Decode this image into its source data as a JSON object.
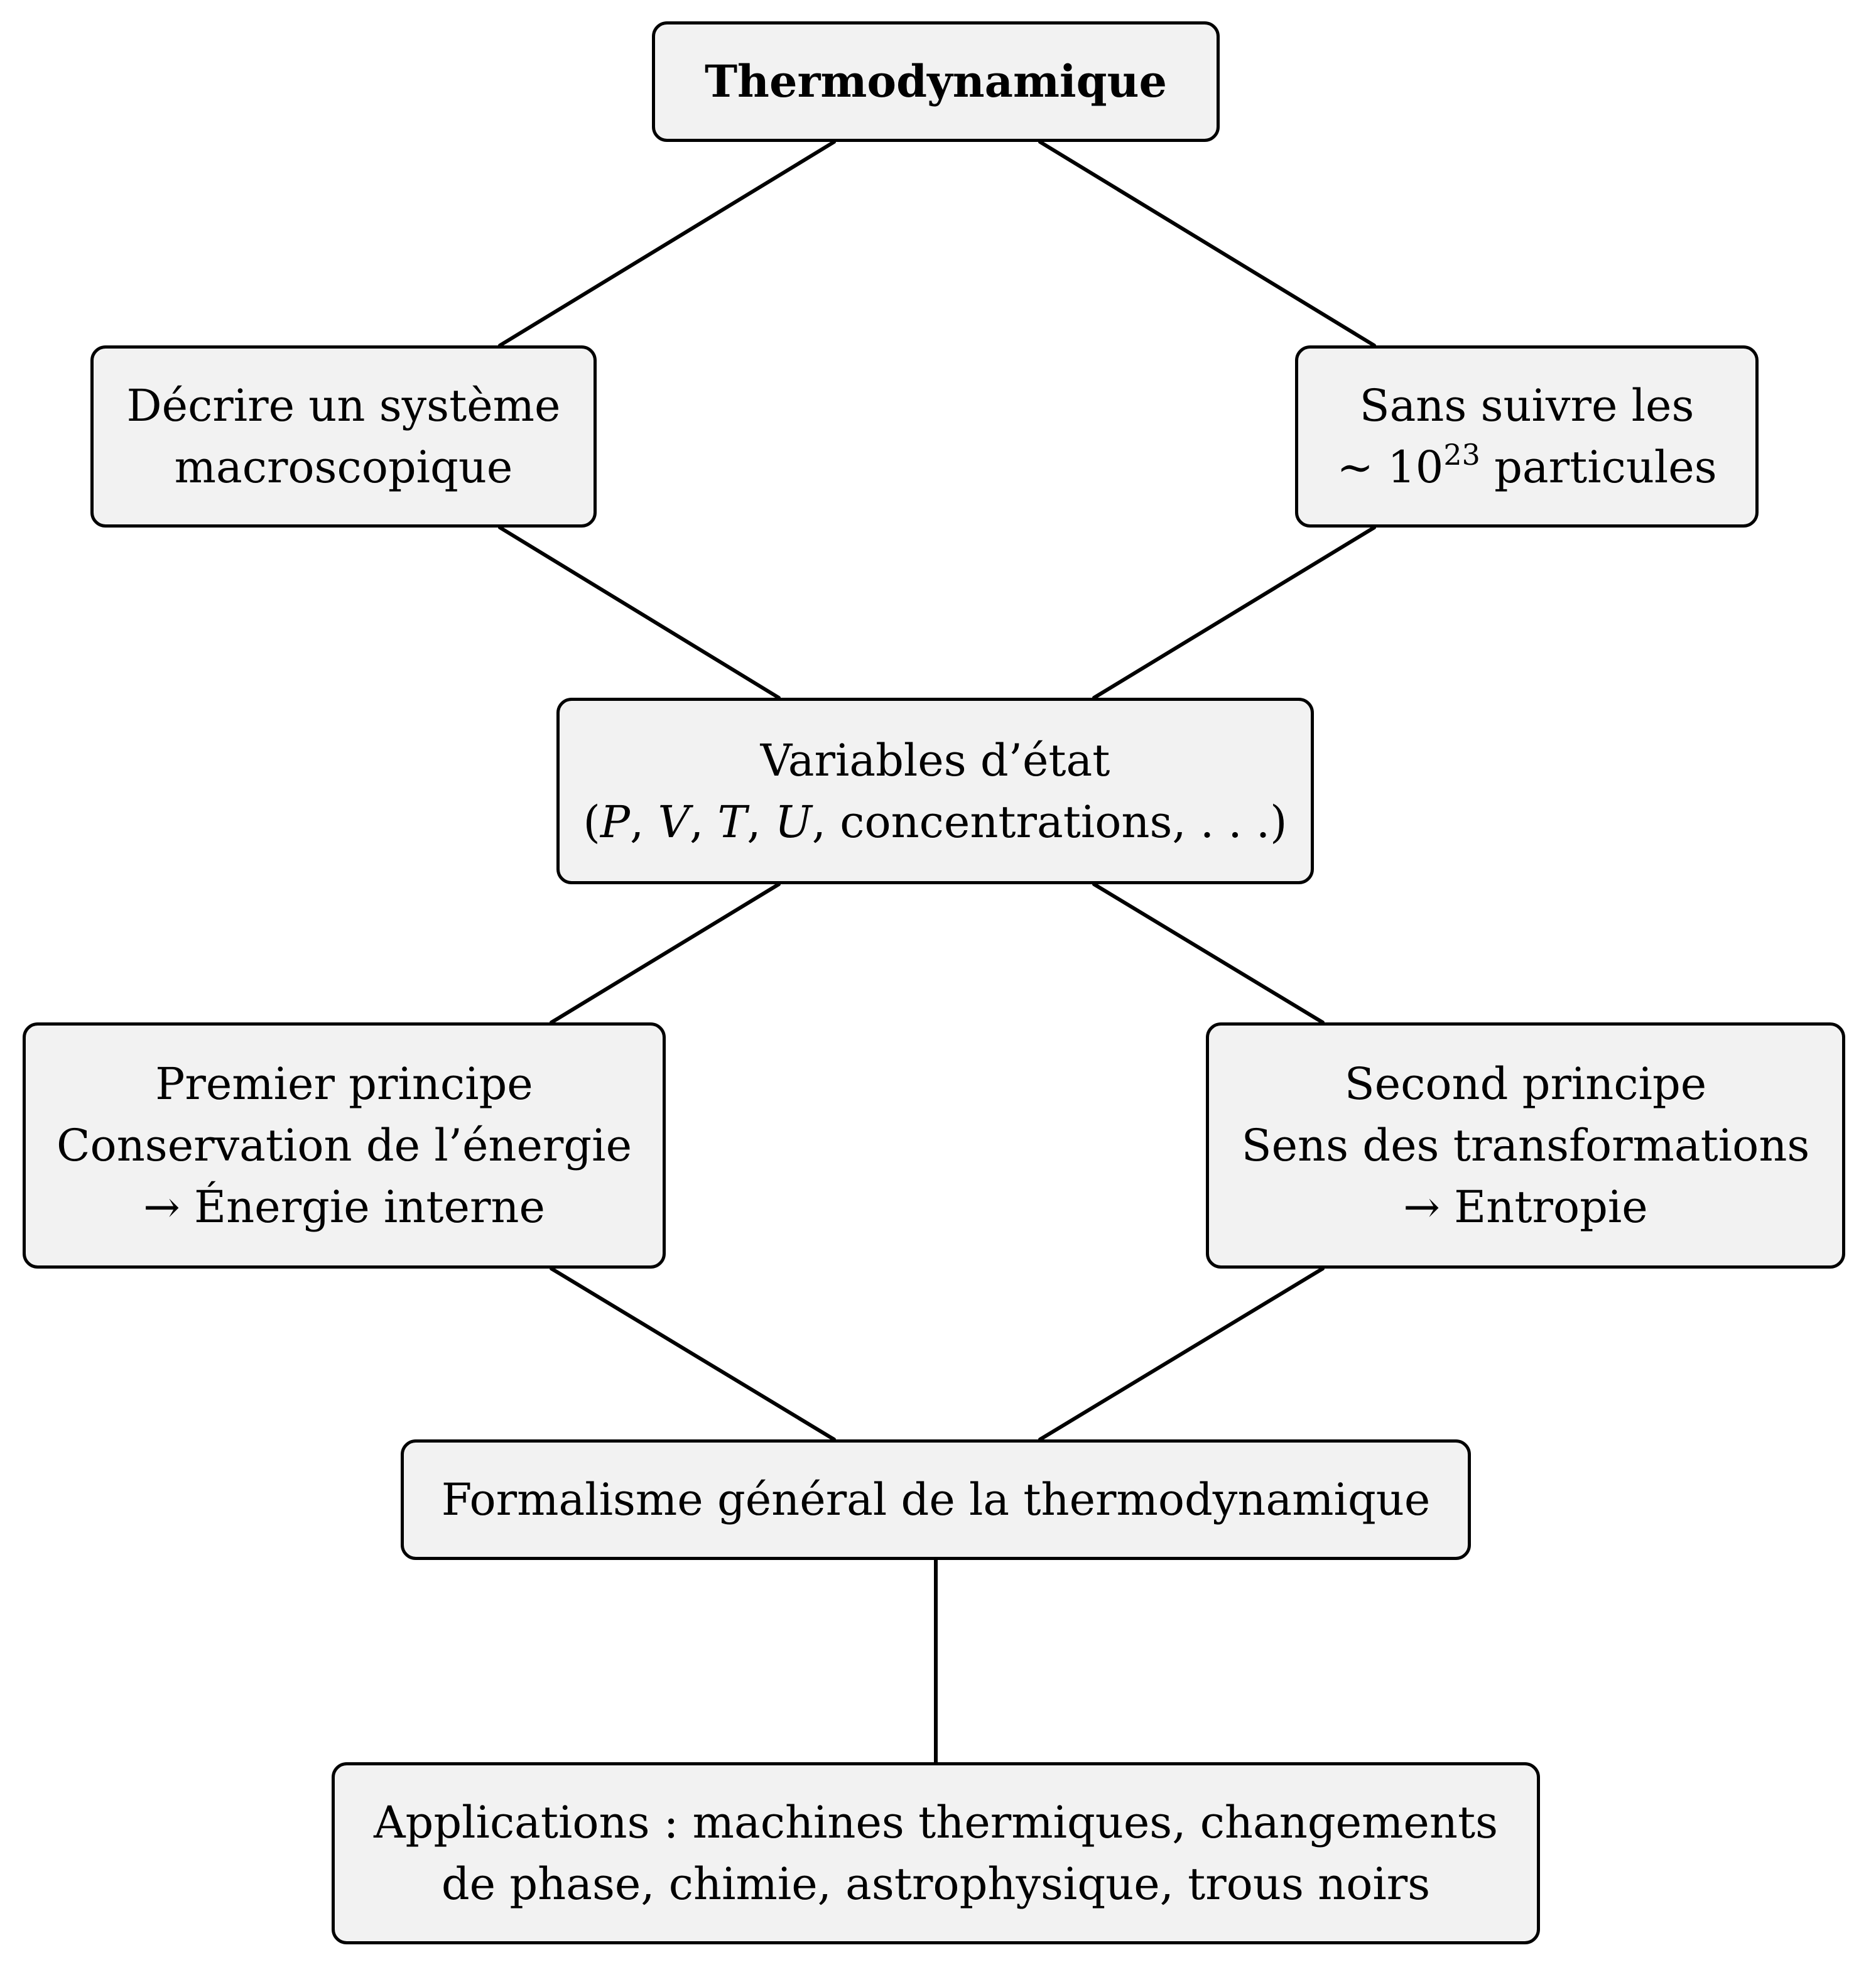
{
  "diagram": {
    "root": {
      "label": "Thermodynamique"
    },
    "describe": {
      "lines": [
        "Décrire un système",
        "macroscopique"
      ]
    },
    "without": {
      "line1": "Sans suivre les",
      "line2_prefix": "∼ 10",
      "line2_sup": "23",
      "line2_suffix": " particules"
    },
    "state": {
      "line1": "Variables d’état",
      "open_paren": "(",
      "var_p": "P",
      "var_v": "V",
      "var_t": "T",
      "var_u": "U",
      "sep": ", ",
      "rest": ", concentrations, . . .)"
    },
    "first": {
      "lines": [
        "Premier principe",
        "Conservation de l’énergie",
        "→ Énergie interne"
      ]
    },
    "second": {
      "lines": [
        "Second principe",
        "Sens des transformations",
        "→ Entropie"
      ]
    },
    "formalism": {
      "label": "Formalisme général de la thermodynamique"
    },
    "applications": {
      "lines": [
        "Applications : machines thermiques, changements",
        "de phase, chimie, astrophysique, trous noirs"
      ]
    },
    "edges": [
      {
        "from": "root",
        "to": "describe"
      },
      {
        "from": "root",
        "to": "without"
      },
      {
        "from": "describe",
        "to": "state"
      },
      {
        "from": "without",
        "to": "state"
      },
      {
        "from": "state",
        "to": "first"
      },
      {
        "from": "state",
        "to": "second"
      },
      {
        "from": "first",
        "to": "formalism"
      },
      {
        "from": "second",
        "to": "formalism"
      },
      {
        "from": "formalism",
        "to": "applications"
      }
    ],
    "colors": {
      "node_fill": "#f2f2f2",
      "stroke": "#000000",
      "background": "#ffffff"
    }
  }
}
